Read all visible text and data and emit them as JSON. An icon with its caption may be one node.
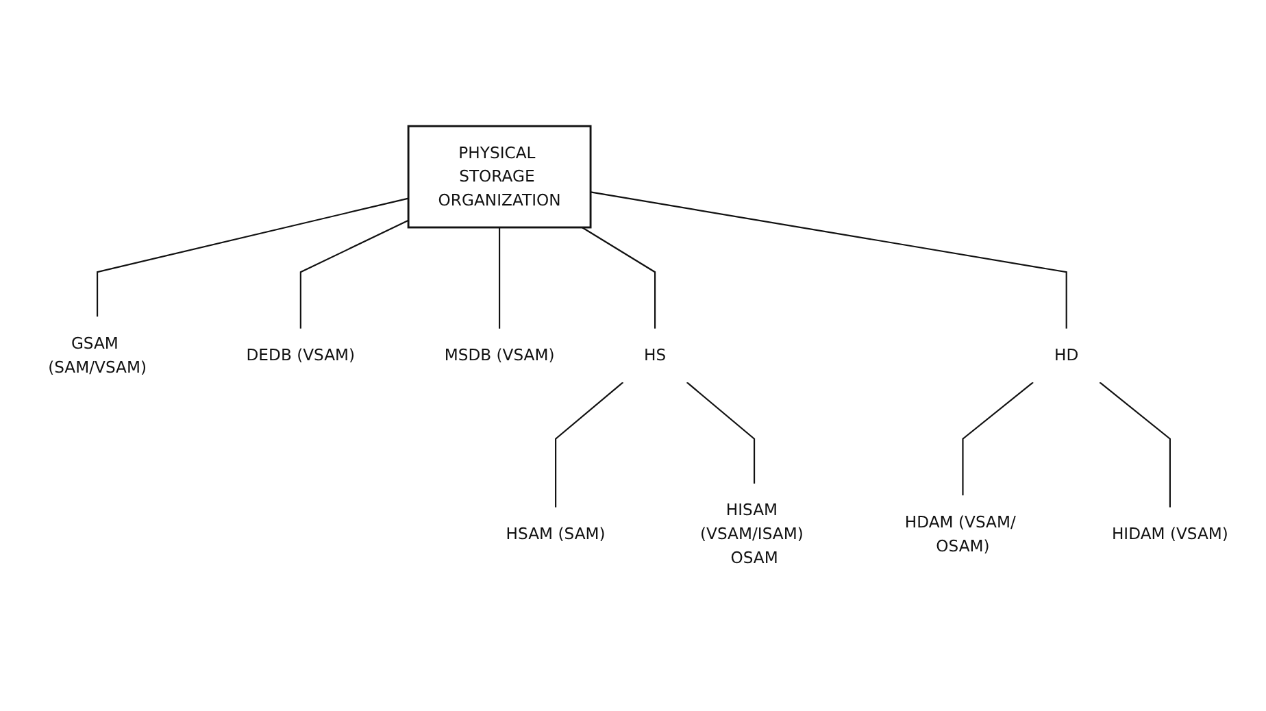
{
  "diagram": {
    "nodes": [
      {
        "text": [
          "PHYSICAL STORAGE ORGANIZATION"
        ]
      },
      {
        "text": [
          "GSAM (SAM/VSAM)"
        ]
      },
      {
        "text": [
          "DEDB (VSAM)"
        ]
      },
      {
        "text": [
          "MSDB (VSAM)"
        ]
      },
      {
        "text": [
          "HS"
        ]
      },
      {
        "text": [
          "HD"
        ]
      },
      {
        "text": [
          "HSAM (SAM)"
        ]
      },
      {
        "text": [
          "HISAM (VSAM/ISAM) OSAM"
        ]
      },
      {
        "text": [
          "HDAM (VSAM/ OSAM)"
        ]
      },
      {
        "text": [
          "HIDAM (VSAM)"
        ]
      }
    ],
    "edges": [
      {
        "from": 0,
        "to": 1,
        "arrow": "none"
      },
      {
        "from": 0,
        "to": 2,
        "arrow": "none"
      },
      {
        "from": 0,
        "to": 3,
        "arrow": "none"
      },
      {
        "from": 0,
        "to": 4,
        "arrow": "none"
      },
      {
        "from": 0,
        "to": 5,
        "arrow": "none"
      },
      {
        "from": 4,
        "to": 6,
        "arrow": "none"
      },
      {
        "from": 4,
        "to": 7,
        "arrow": "none"
      },
      {
        "from": 5,
        "to": 8,
        "arrow": "none"
      },
      {
        "from": 5,
        "to": 9,
        "arrow": "none"
      }
    ]
  }
}
